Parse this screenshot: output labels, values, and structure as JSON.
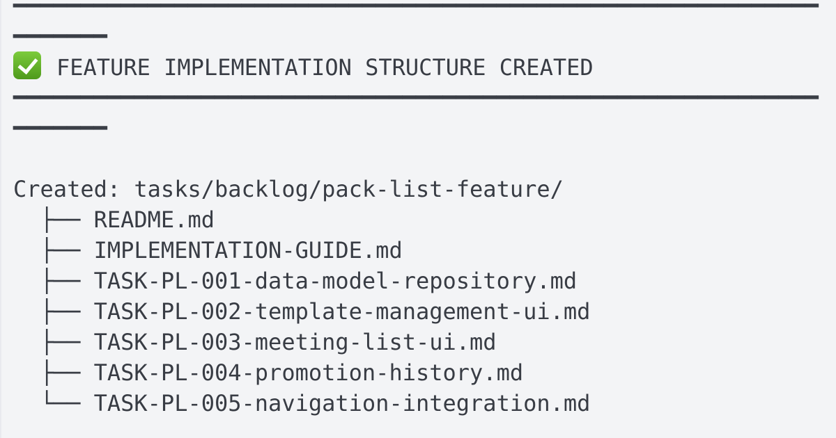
{
  "rule": "━━━━━━━━━━━━━━━━━━━━━━━━━━━━━━━━━━━━━━━━━━━━━━━━━━━━━━━━━━━━━━━━━━━",
  "header": {
    "icon": "check-mark-button-icon",
    "title": "FEATURE IMPLEMENTATION STRUCTURE CREATED",
    "icon_color": "#5fae27"
  },
  "created": {
    "label": "Created: tasks/backlog/pack-list-feature/"
  },
  "tree": [
    "  ├── README.md",
    "  ├── IMPLEMENTATION-GUIDE.md",
    "  ├── TASK-PL-001-data-model-repository.md",
    "  ├── TASK-PL-002-template-management-ui.md",
    "  ├── TASK-PL-003-meeting-list-ui.md",
    "  ├── TASK-PL-004-promotion-history.md",
    "  └── TASK-PL-005-navigation-integration.md"
  ]
}
